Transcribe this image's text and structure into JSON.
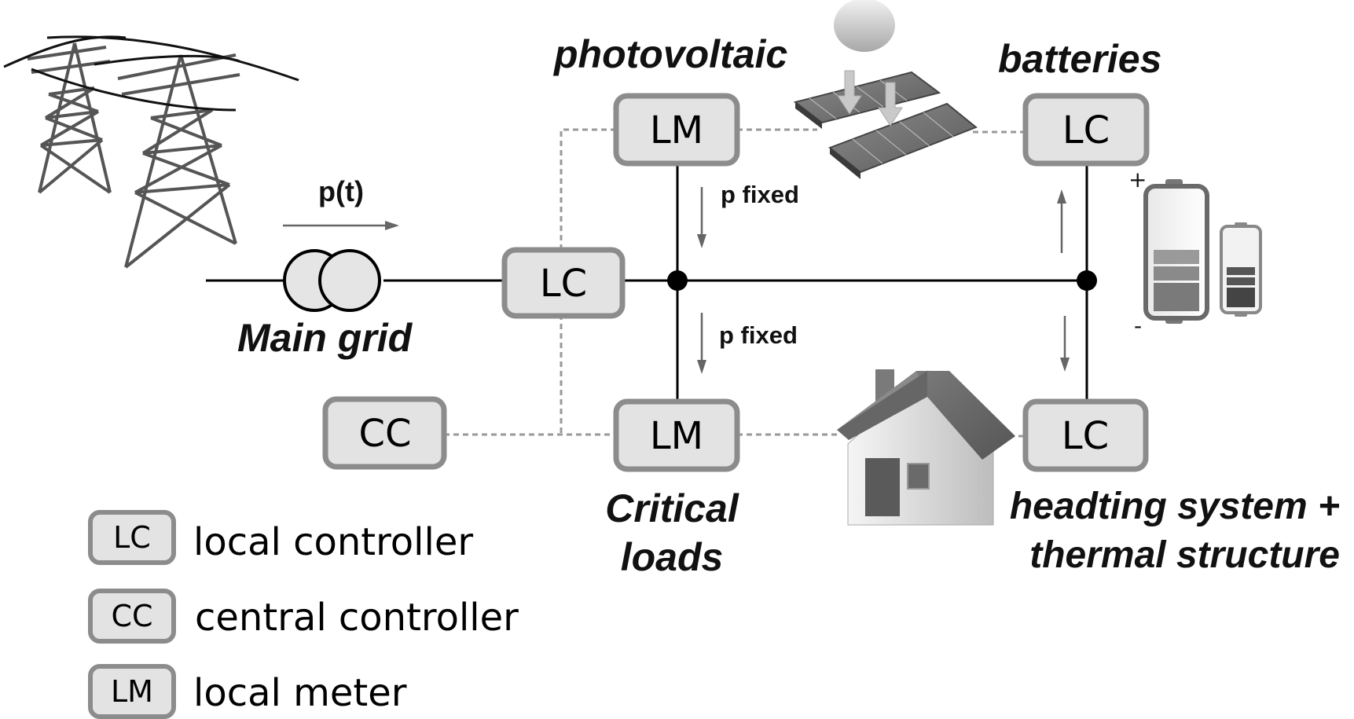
{
  "diagram": {
    "boxes": {
      "lm_pv": "LM",
      "lc_batteries": "LC",
      "lc_main": "LC",
      "cc": "CC",
      "lm_critical": "LM",
      "lc_heating": "LC"
    },
    "labels": {
      "photovoltaic": "photovoltaic",
      "batteries": "batteries",
      "main_grid": "Main grid",
      "critical_line1": "Critical",
      "critical_line2": "loads",
      "heating_line1": "headting system  +",
      "heating_line2": "thermal structure",
      "p_t": "p(t)",
      "p_fixed_top": "p fixed",
      "p_fixed_bottom": "p fixed",
      "battery_plus": "+",
      "battery_minus": "-"
    },
    "legend": [
      {
        "code": "LC",
        "text": "local controller"
      },
      {
        "code": "CC",
        "text": "central controller"
      },
      {
        "code": "LM",
        "text": "local meter"
      }
    ],
    "colors": {
      "box_fill": "#e3e3e3",
      "box_border": "#8c8c8c",
      "line": "#000000",
      "dashed": "#999999",
      "arrow": "#666666"
    }
  }
}
